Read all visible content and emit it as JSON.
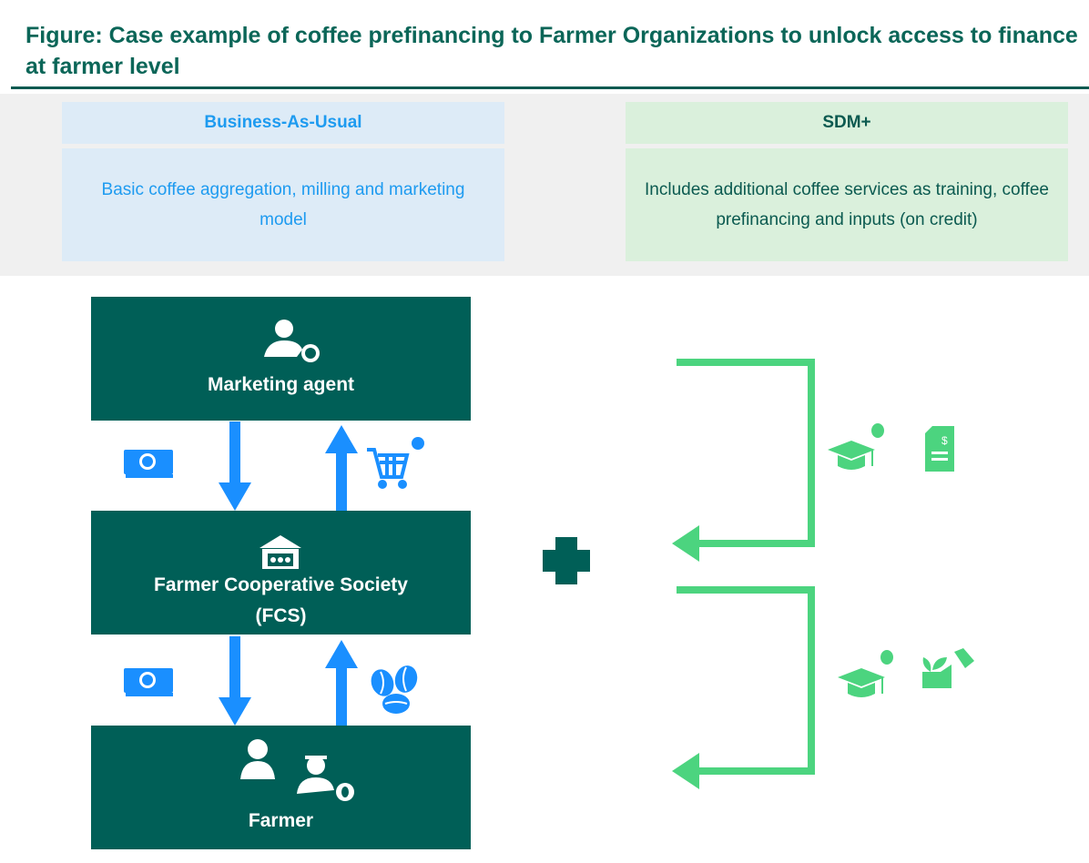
{
  "title": "Figure: Case example of coffee prefinancing to Farmer Organizations to unlock access to finance at farmer level",
  "models": {
    "bau": {
      "header": "Business-As-Usual",
      "description": "Basic coffee aggregation, milling and marketing model"
    },
    "sdm": {
      "header": "SDM+",
      "description": "Includes additional coffee services as training, coffee prefinancing and inputs (on credit)"
    }
  },
  "nodes": {
    "marketing_agent": "Marketing agent",
    "fcs_line1": "Farmer Cooperative Society",
    "fcs_line2": "(FCS)",
    "farmer": "Farmer"
  },
  "colors": {
    "teal": "#005f57",
    "blue": "#1a8fff",
    "green": "#4cd47f"
  }
}
